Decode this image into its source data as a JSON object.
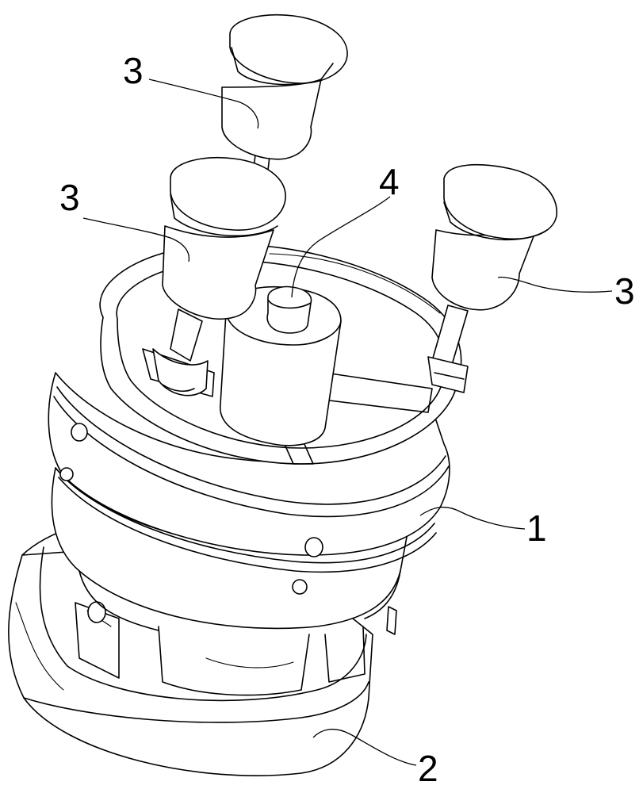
{
  "callouts": {
    "c1": "1",
    "c2": "2",
    "c3_top": "3",
    "c3_left": "3",
    "c3_right": "3",
    "c4": "4"
  }
}
